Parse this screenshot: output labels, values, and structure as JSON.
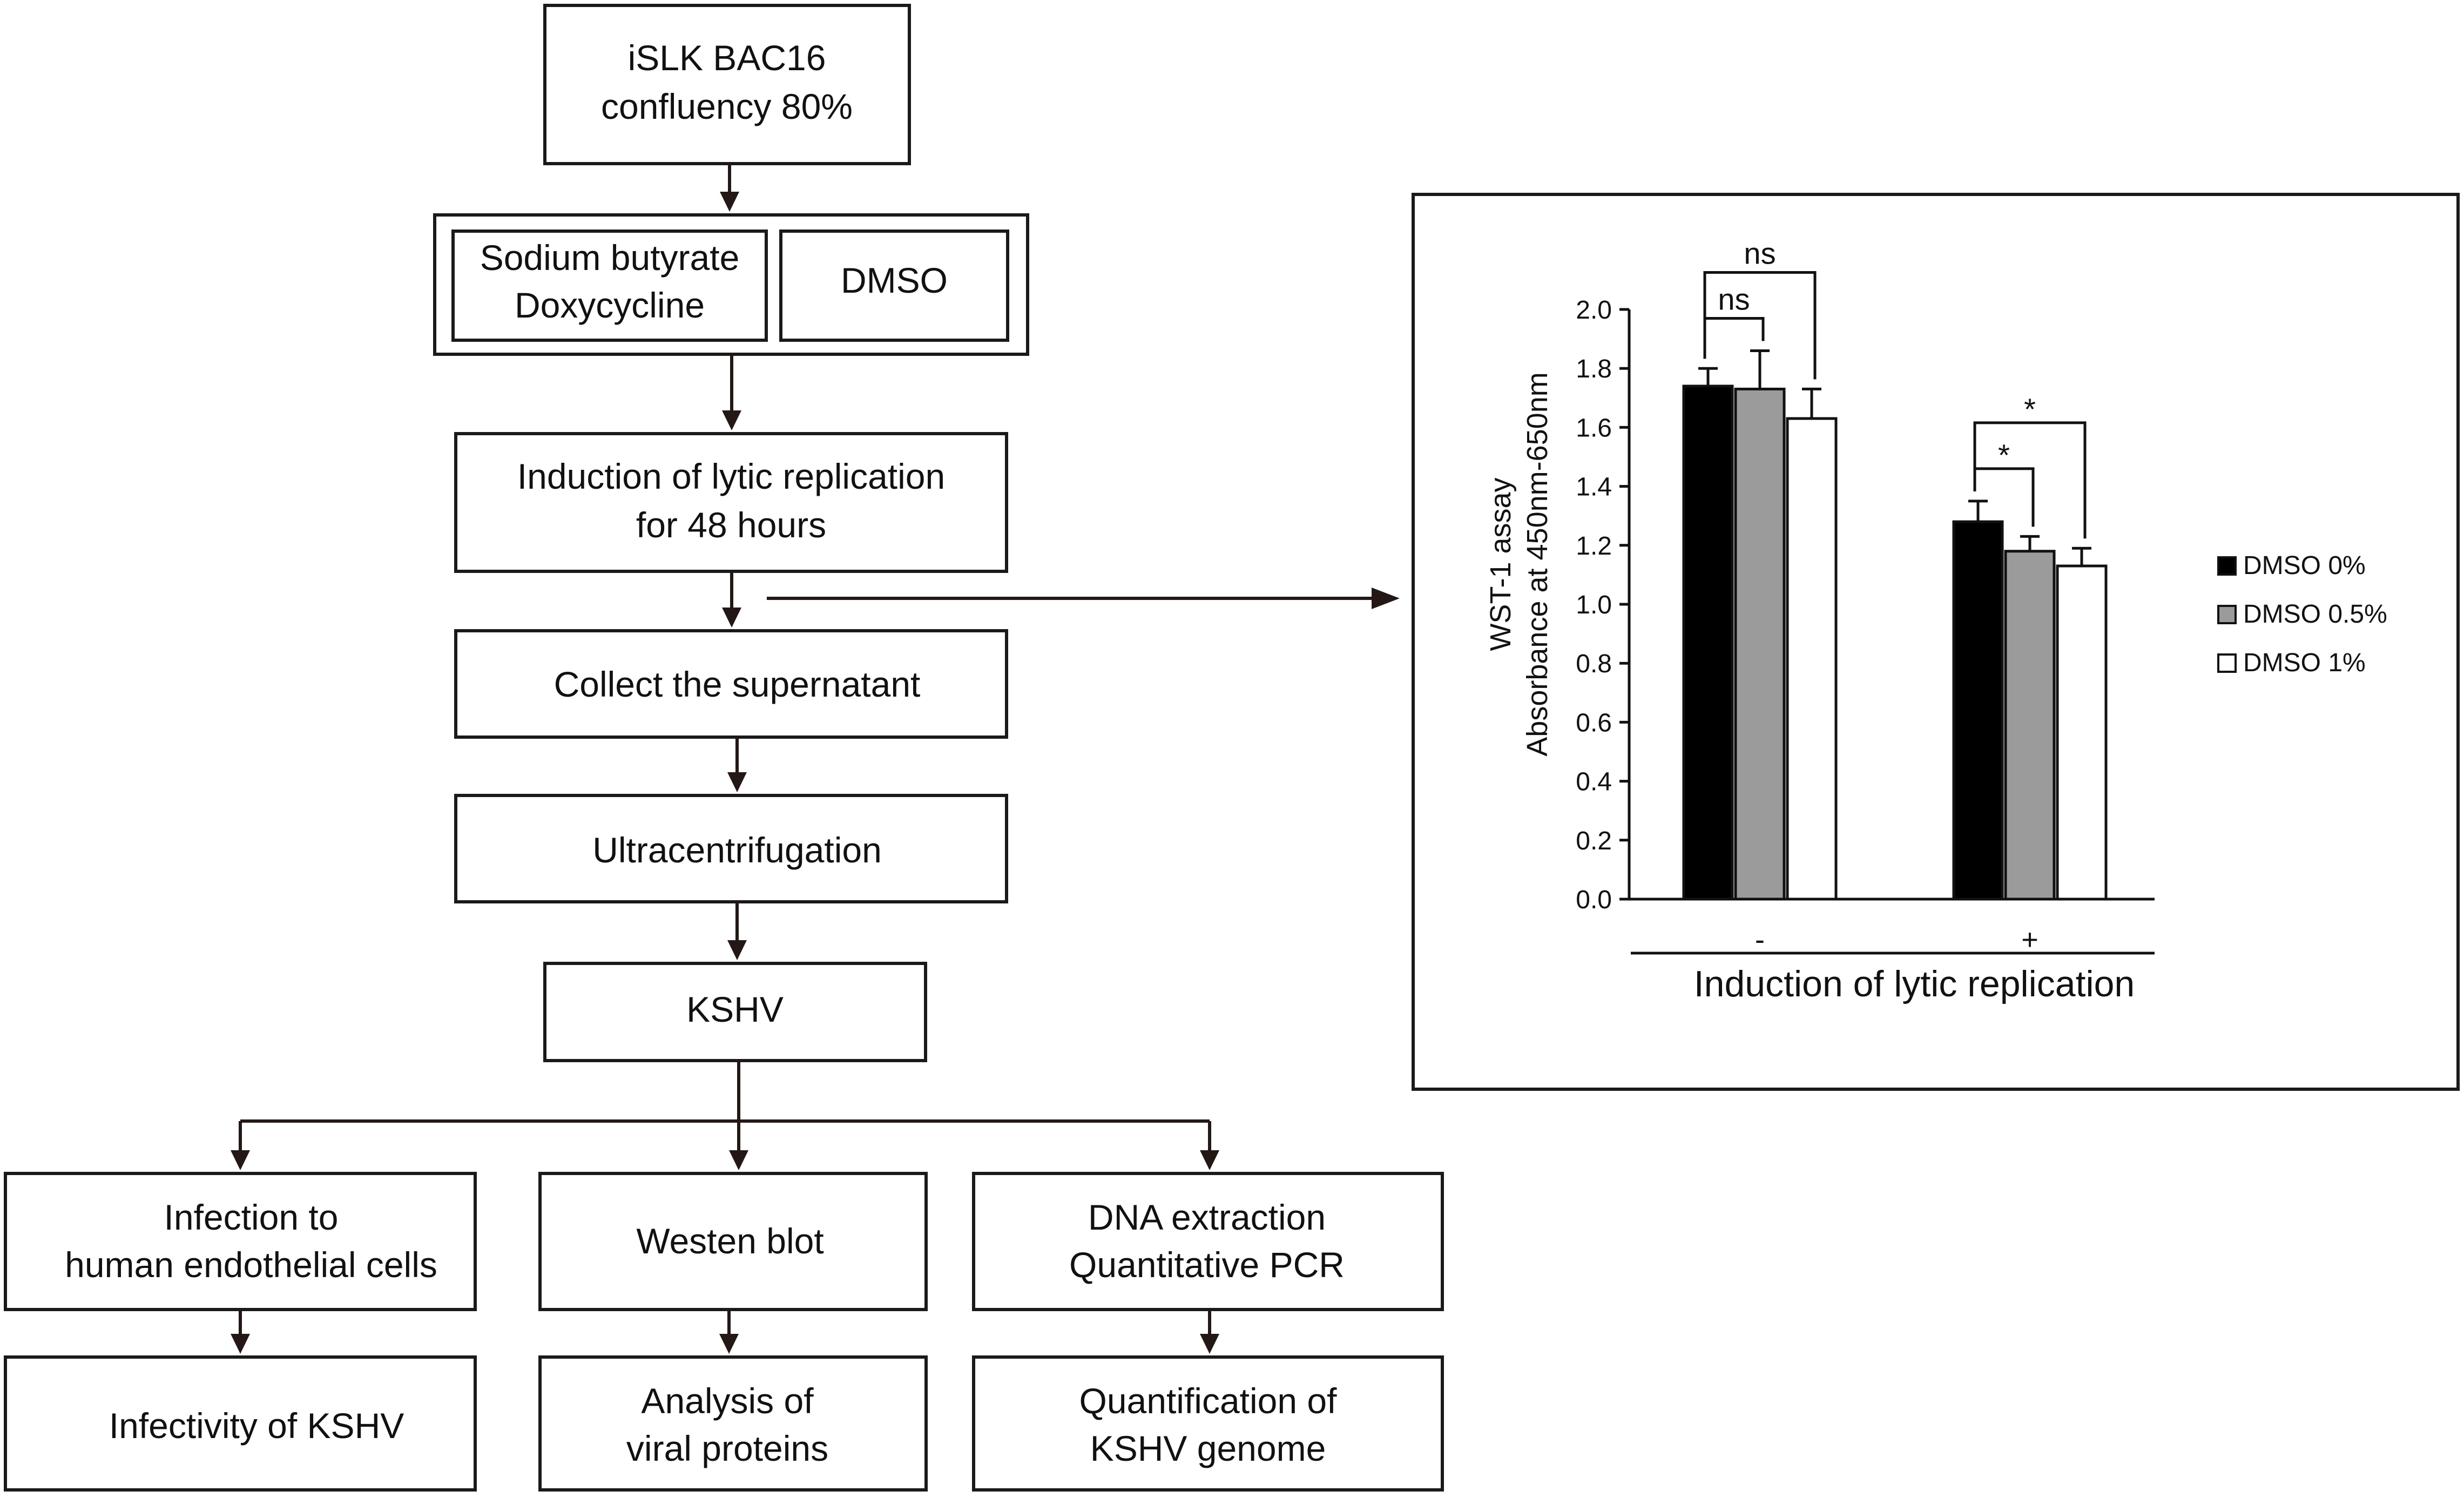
{
  "flow": {
    "start": {
      "line1": "iSLK BAC16",
      "line2": "confluency 80%"
    },
    "treat_a": {
      "line1": "Sodium butyrate",
      "line2": "Doxycycline"
    },
    "treat_b": {
      "label": "DMSO"
    },
    "induction": {
      "line1": "Induction of lytic replication",
      "line2": "for 48 hours"
    },
    "collect": {
      "label": "Collect the supernatant"
    },
    "ultra": {
      "label": "Ultracentrifugation"
    },
    "kshv": {
      "label": "KSHV"
    },
    "infection": {
      "line1": "Infection to",
      "line2": "human endothelial cells"
    },
    "western": {
      "label": "Westen blot"
    },
    "dna": {
      "line1": "DNA extraction",
      "line2": "Quantitative PCR"
    },
    "infectivity": {
      "label": "Infectivity of KSHV"
    },
    "analysis": {
      "line1": "Analysis of",
      "line2": "viral proteins"
    },
    "quant": {
      "line1": "Quantification of",
      "line2": "KSHV genome"
    }
  },
  "colors": {
    "line": "#231815",
    "bar_0": "#000000",
    "bar_05": "#9b9b9b",
    "bar_1": "#ffffff"
  },
  "chart_data": {
    "type": "bar",
    "ylabel_line1": "WST-1 assay",
    "ylabel_line2": "Absorbance at 450nm-650nm",
    "xlabel": "Induction of lytic replication",
    "categories": [
      "-",
      "+"
    ],
    "ylim": [
      0,
      2.0
    ],
    "yticks": [
      "0.0",
      "0.2",
      "0.4",
      "0.6",
      "0.8",
      "1.0",
      "1.2",
      "1.4",
      "1.6",
      "1.8",
      "2.0"
    ],
    "series": [
      {
        "name": "DMSO 0%",
        "values": [
          1.74,
          1.28
        ],
        "errors": [
          0.06,
          0.07
        ]
      },
      {
        "name": "DMSO 0.5%",
        "values": [
          1.73,
          1.18
        ],
        "errors": [
          0.13,
          0.05
        ]
      },
      {
        "name": "DMSO 1%",
        "values": [
          1.63,
          1.13
        ],
        "errors": [
          0.1,
          0.06
        ]
      }
    ],
    "significance": [
      {
        "group": 0,
        "from": 0,
        "to": 1,
        "label": "ns"
      },
      {
        "group": 0,
        "from": 0,
        "to": 2,
        "label": "ns"
      },
      {
        "group": 1,
        "from": 0,
        "to": 1,
        "label": "*"
      },
      {
        "group": 1,
        "from": 0,
        "to": 2,
        "label": "*"
      }
    ],
    "legend_position": "right",
    "grid": false
  }
}
